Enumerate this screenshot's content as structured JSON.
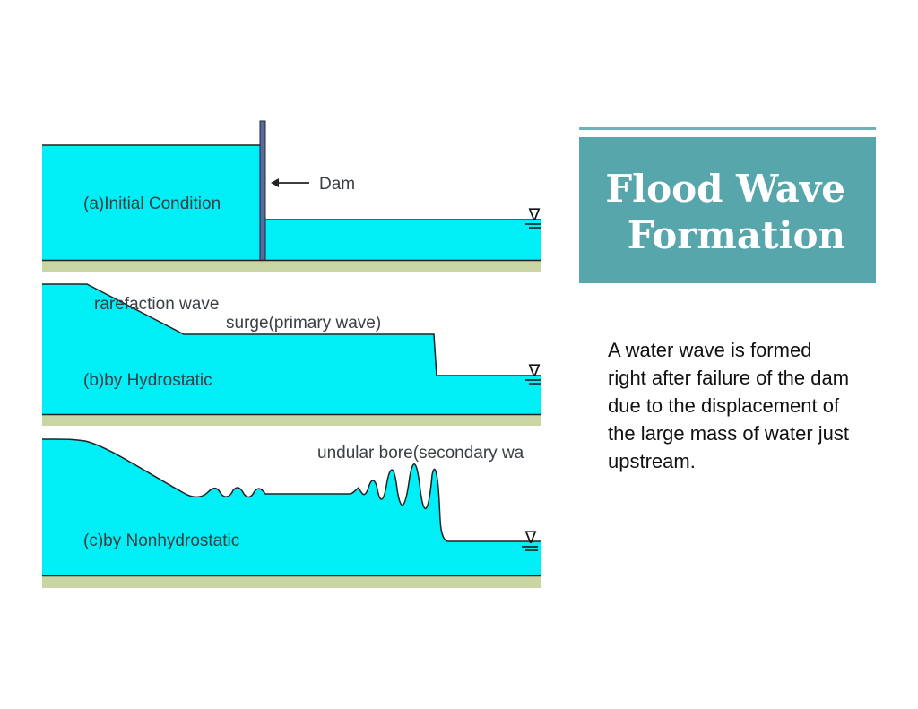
{
  "diagram": {
    "panels": [
      {
        "label": "(a)Initial Condition",
        "dam_label": "Dam"
      },
      {
        "label": "(b)by Hydrostatic",
        "annotations": [
          "rarefaction wave",
          "surge(primary wave)"
        ]
      },
      {
        "label": "(c)by Nonhydrostatic",
        "annotations": [
          "undular bore(secondary wa"
        ]
      }
    ],
    "water_level_symbol": "∇",
    "colors": {
      "water": "#00eef5",
      "ground": "#c9d6a4",
      "dam": "#5a6a9a"
    }
  },
  "title": {
    "line1": "Flood Wave",
    "line2": "Formation"
  },
  "description": "A water wave is formed right after failure of the dam due to the displacement of the large mass of water just upstream."
}
